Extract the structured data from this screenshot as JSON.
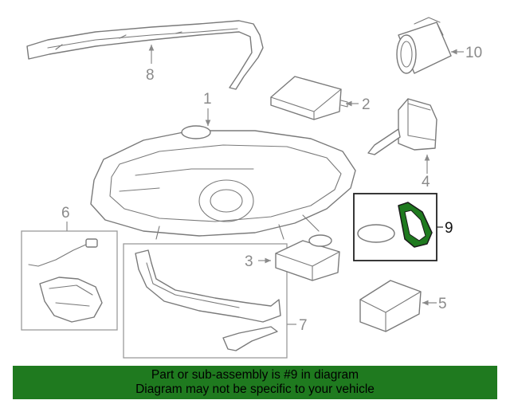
{
  "diagram": {
    "callouts": [
      "1",
      "2",
      "3",
      "4",
      "5",
      "6",
      "7",
      "8",
      "9",
      "10"
    ],
    "highlighted_callout": "9",
    "highlight_color": "#1f7a1f",
    "banner_color": "#1f7a1f"
  },
  "banner": {
    "line1": "Part or sub-assembly is #9 in diagram",
    "line2": "Diagram may not be specific to your vehicle"
  }
}
